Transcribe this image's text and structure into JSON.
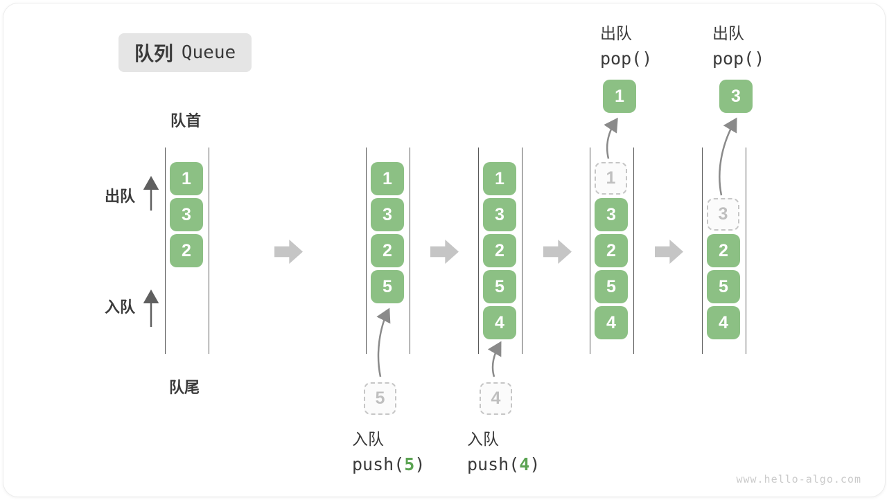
{
  "title": {
    "zh": "队列",
    "en": "Queue"
  },
  "labels": {
    "front": "队首",
    "rear": "队尾",
    "dequeue": "出队",
    "enqueue": "入队"
  },
  "watermark": "www.hello-algo.com",
  "colors": {
    "item_green": "#8cc084",
    "code_number_green": "#5ba352",
    "step_arrow_gray": "#c5c5c5",
    "flow_arrow_gray": "#8a8a8a",
    "dashed_gray": "#c6c6c6",
    "badge_bg": "#e5e5e5"
  },
  "stages": [
    {
      "name": "initial",
      "items": [
        {
          "slot": 1,
          "value": "1",
          "style": "solid"
        },
        {
          "slot": 2,
          "value": "3",
          "style": "solid"
        },
        {
          "slot": 3,
          "value": "2",
          "style": "solid"
        }
      ]
    },
    {
      "name": "after-push-5",
      "items": [
        {
          "slot": 1,
          "value": "1",
          "style": "solid"
        },
        {
          "slot": 2,
          "value": "3",
          "style": "solid"
        },
        {
          "slot": 3,
          "value": "2",
          "style": "solid"
        },
        {
          "slot": 4,
          "value": "5",
          "style": "solid"
        }
      ],
      "incoming": "5",
      "annotation": {
        "action": "入队",
        "code_pre": "push(",
        "code_arg": "5",
        "code_post": ")"
      }
    },
    {
      "name": "after-push-4",
      "items": [
        {
          "slot": 1,
          "value": "1",
          "style": "solid"
        },
        {
          "slot": 2,
          "value": "3",
          "style": "solid"
        },
        {
          "slot": 3,
          "value": "2",
          "style": "solid"
        },
        {
          "slot": 4,
          "value": "5",
          "style": "solid"
        },
        {
          "slot": 5,
          "value": "4",
          "style": "solid"
        }
      ],
      "incoming": "4",
      "annotation": {
        "action": "入队",
        "code_pre": "push(",
        "code_arg": "4",
        "code_post": ")"
      }
    },
    {
      "name": "after-pop-1",
      "items": [
        {
          "slot": 1,
          "value": "1",
          "style": "dashed"
        },
        {
          "slot": 2,
          "value": "3",
          "style": "solid"
        },
        {
          "slot": 3,
          "value": "2",
          "style": "solid"
        },
        {
          "slot": 4,
          "value": "5",
          "style": "solid"
        },
        {
          "slot": 5,
          "value": "4",
          "style": "solid"
        }
      ],
      "popped": "1",
      "annotation": {
        "action": "出队",
        "code_pre": "pop()",
        "code_arg": "",
        "code_post": ""
      }
    },
    {
      "name": "after-pop-3",
      "items": [
        {
          "slot": 2,
          "value": "3",
          "style": "dashed"
        },
        {
          "slot": 3,
          "value": "2",
          "style": "solid"
        },
        {
          "slot": 4,
          "value": "5",
          "style": "solid"
        },
        {
          "slot": 5,
          "value": "4",
          "style": "solid"
        }
      ],
      "popped": "3",
      "annotation": {
        "action": "出队",
        "code_pre": "pop()",
        "code_arg": "",
        "code_post": ""
      }
    }
  ]
}
